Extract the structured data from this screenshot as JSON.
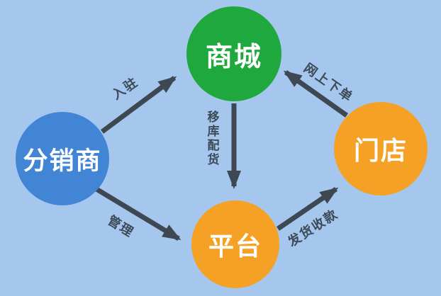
{
  "nodes": {
    "mall": {
      "label": "商城",
      "color": "#1ea83e"
    },
    "distributor": {
      "label": "分销商",
      "color": "#4285d5"
    },
    "store": {
      "label": "门店",
      "color": "#f5a125"
    },
    "platform": {
      "label": "平台",
      "color": "#f5a125"
    }
  },
  "edges": [
    {
      "from": "distributor",
      "to": "mall",
      "label": "入驻"
    },
    {
      "from": "store",
      "to": "mall",
      "label": "网上下单"
    },
    {
      "from": "mall",
      "to": "platform",
      "label": "移库配货",
      "orientation": "vertical"
    },
    {
      "from": "distributor",
      "to": "platform",
      "label": "管理"
    },
    {
      "from": "platform",
      "to": "store",
      "label": "发货收款"
    }
  ],
  "colors": {
    "background": "#a5c7ee",
    "arrow": "#3d4852",
    "node_text": "#ffffff",
    "edge_text": "#3d4a57"
  }
}
